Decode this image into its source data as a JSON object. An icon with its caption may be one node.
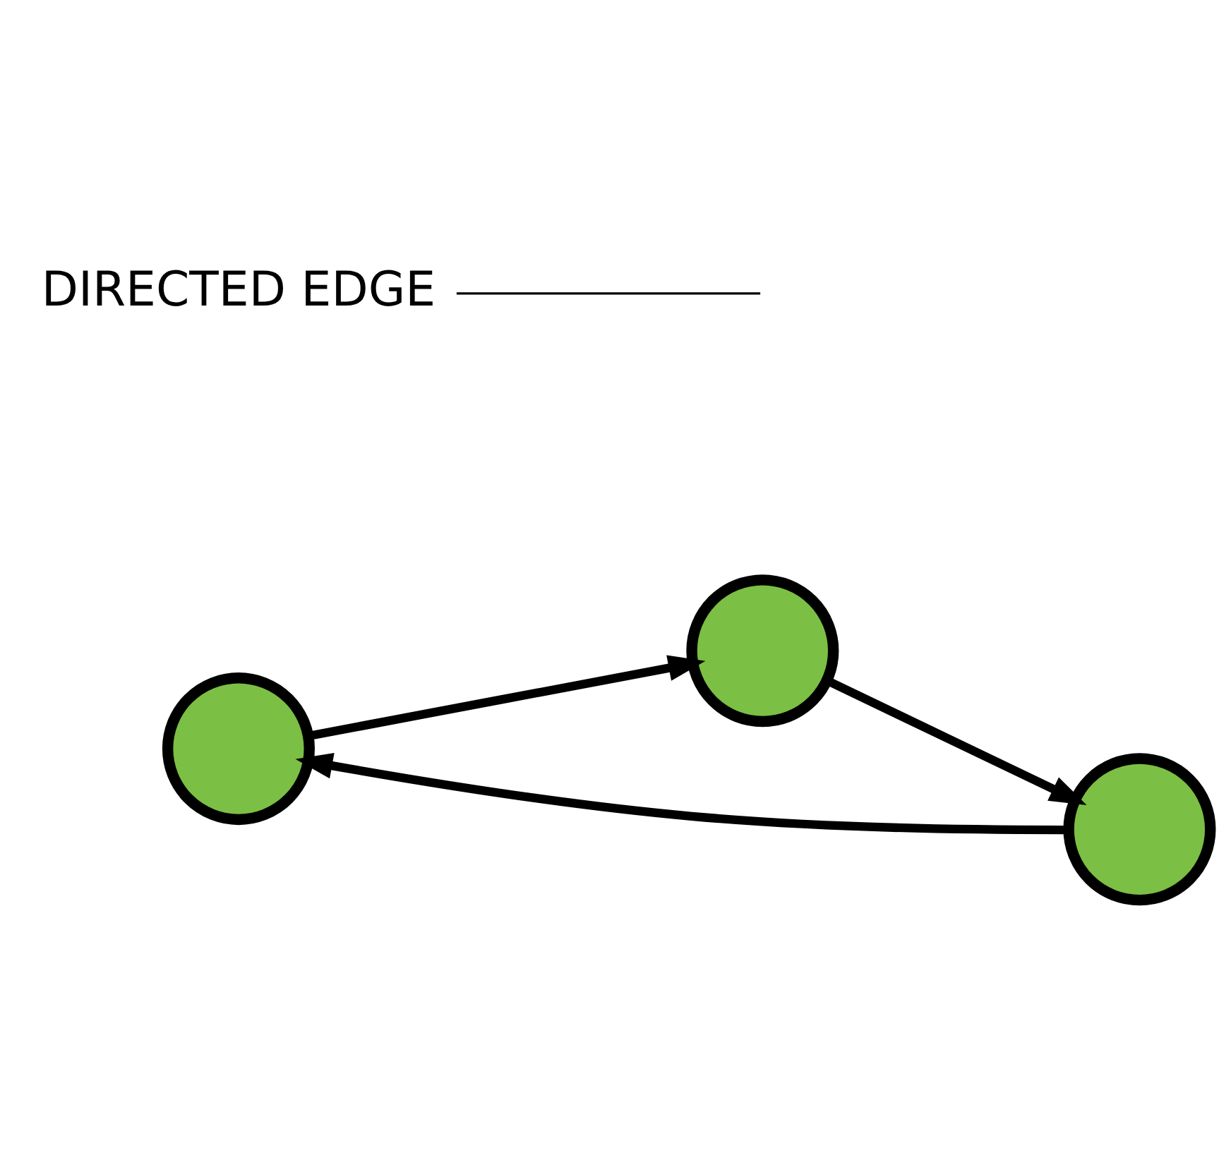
{
  "diagram": {
    "nodes": [
      {
        "text": [],
        "shape": "circle"
      },
      {
        "text": [],
        "shape": "circle"
      },
      {
        "text": [],
        "shape": "circle"
      },
      {
        "text": [
          "DIRECTED EDGE"
        ]
      }
    ],
    "edges": [
      {
        "from": 0,
        "to": 1,
        "arrow": "to"
      },
      {
        "from": 1,
        "to": 2,
        "arrow": "to"
      },
      {
        "from": 2,
        "to": 0,
        "arrow": "to"
      },
      {
        "from": 3,
        "to": null,
        "arrow": "none"
      }
    ]
  }
}
